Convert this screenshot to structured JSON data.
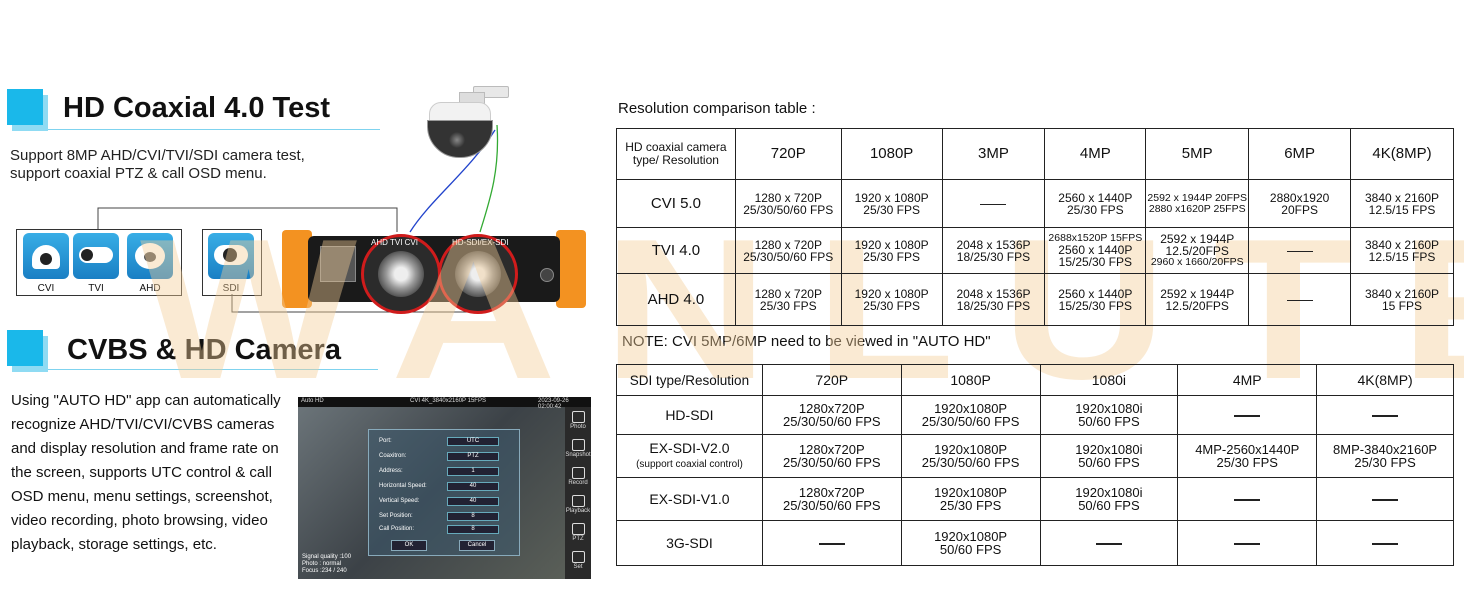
{
  "watermark": "WANLUTECH",
  "section1": {
    "title": "HD Coaxial 4.0 Test",
    "desc_line1": "Support 8MP AHD/CVI/TVI/SDI camera test,",
    "desc_line2": "support coaxial PTZ & call OSD menu.",
    "cameras": [
      "CVI",
      "TVI",
      "AHD"
    ],
    "sdi_camera": "SDI",
    "device_labels": {
      "left_port": "AHD TVI CVI",
      "right_port": "HD-SDI/EX-SDI"
    }
  },
  "section2": {
    "title": "CVBS & HD Camera",
    "desc_lines": [
      "Using \"AUTO HD\" app can automatically",
      "recognize AHD/TVI/CVI/CVBS cameras",
      "and display resolution and frame rate on",
      "the screen, supports UTC control & call",
      "OSD menu, menu settings, screenshot,",
      "video recording, photo browsing, video",
      "playback, storage settings, etc."
    ]
  },
  "screenshot": {
    "app": "Auto HD",
    "status": "CVI 4K_3840x2160P 15FPS",
    "datetime": "2023-09-26 02:00:42",
    "side_menu": [
      "Photo",
      "Snapshot",
      "Record",
      "Playback",
      "PTZ",
      "Set"
    ],
    "dialog_rows": [
      {
        "label": "Port:",
        "value": "UTC"
      },
      {
        "label": "Coaxitron:",
        "value": "PTZ"
      },
      {
        "label": "Address:",
        "value": "1"
      },
      {
        "label": "Horizontal Speed:",
        "value": "40"
      },
      {
        "label": "Vertical Speed:",
        "value": "40"
      },
      {
        "label": "Set Position:",
        "value": "8"
      },
      {
        "label": "Call Position:",
        "value": "8"
      }
    ],
    "ok": "OK",
    "cancel": "Cancel",
    "footer": [
      "Signal quality :100",
      "Photo : normal",
      "Focus :234 / 240"
    ]
  },
  "table1": {
    "caption": "Resolution comparison table :",
    "corner_line1": "HD coaxial camera",
    "corner_line2": "type/ Resolution",
    "headers": [
      "720P",
      "1080P",
      "3MP",
      "4MP",
      "5MP",
      "6MP",
      "4K(8MP)"
    ],
    "rows": [
      {
        "name": "CVI 5.0",
        "cells": [
          [
            "1280 x 720P",
            "25/30/50/60 FPS"
          ],
          [
            "1920 x 1080P",
            "25/30 FPS"
          ],
          null,
          [
            "2560 x 1440P",
            "25/30 FPS"
          ],
          [
            "2592 x 1944P 20FPS",
            "2880 x1620P 25FPS"
          ],
          [
            "2880x1920",
            "20FPS"
          ],
          [
            "3840 x 2160P",
            "12.5/15 FPS"
          ]
        ]
      },
      {
        "name": "TVI 4.0",
        "cells": [
          [
            "1280 x 720P",
            "25/30/50/60 FPS"
          ],
          [
            "1920 x 1080P",
            "25/30 FPS"
          ],
          [
            "2048 x 1536P",
            "18/25/30 FPS"
          ],
          [
            "2688x1520P 15FPS",
            "2560 x 1440P",
            "15/25/30 FPS"
          ],
          [
            "2592 x 1944P",
            "12.5/20FPS",
            "2960 x 1660/20FPS"
          ],
          null,
          [
            "3840 x 2160P",
            "12.5/15 FPS"
          ]
        ]
      },
      {
        "name": "AHD 4.0",
        "cells": [
          [
            "1280 x 720P",
            "25/30 FPS"
          ],
          [
            "1920 x 1080P",
            "25/30 FPS"
          ],
          [
            "2048 x 1536P",
            "18/25/30 FPS"
          ],
          [
            "2560 x 1440P",
            "15/25/30 FPS"
          ],
          [
            "2592 x 1944P",
            "12.5/20FPS"
          ],
          null,
          [
            "3840 x 2160P",
            "15 FPS"
          ]
        ]
      }
    ],
    "note": "NOTE: CVI 5MP/6MP need to be viewed in \"AUTO HD\""
  },
  "table2": {
    "corner": "SDI type/Resolution",
    "headers": [
      "720P",
      "1080P",
      "1080i",
      "4MP",
      "4K(8MP)"
    ],
    "rows": [
      {
        "name": "HD-SDI",
        "sub": "",
        "cells": [
          [
            "1280x720P",
            "25/30/50/60 FPS"
          ],
          [
            "1920x1080P",
            "25/30/50/60 FPS"
          ],
          [
            "1920x1080i",
            "50/60 FPS"
          ],
          null,
          null
        ]
      },
      {
        "name": "EX-SDI-V2.0",
        "sub": "(support coaxial control)",
        "cells": [
          [
            "1280x720P",
            "25/30/50/60 FPS"
          ],
          [
            "1920x1080P",
            "25/30/50/60 FPS"
          ],
          [
            "1920x1080i",
            "50/60 FPS"
          ],
          [
            "4MP-2560x1440P",
            "25/30 FPS"
          ],
          [
            "8MP-3840x2160P",
            "25/30 FPS"
          ]
        ]
      },
      {
        "name": "EX-SDI-V1.0",
        "sub": "",
        "cells": [
          [
            "1280x720P",
            "25/30/50/60 FPS"
          ],
          [
            "1920x1080P",
            "25/30 FPS"
          ],
          [
            "1920x1080i",
            "50/60 FPS"
          ],
          null,
          null
        ]
      },
      {
        "name": "3G-SDI",
        "sub": "",
        "cells": [
          null,
          [
            "1920x1080P",
            "50/60 FPS"
          ],
          null,
          null,
          null
        ]
      }
    ]
  },
  "colors": {
    "accent": "#1ab8ea",
    "device_orange": "#f39221",
    "port_ring": "#d01c1c"
  }
}
